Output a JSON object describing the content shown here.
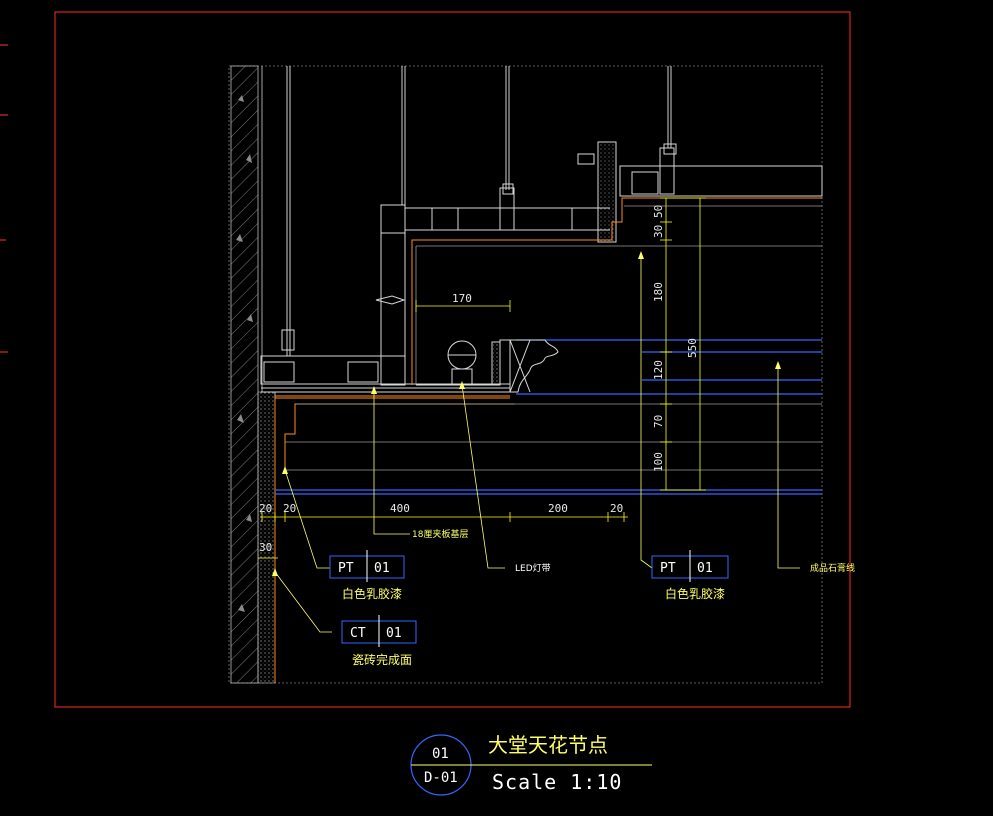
{
  "drawing": {
    "title": "大堂天花节点",
    "scale": "Scale 1:10",
    "detail_number": "01",
    "sheet_number": "D-01"
  },
  "dimensions": {
    "top_width": "170",
    "bottom": [
      "20",
      "20",
      "400",
      "200",
      "20"
    ],
    "side": "30",
    "vertical": [
      "50",
      "30",
      "180",
      "120",
      "70",
      "100"
    ],
    "overall": "550"
  },
  "tags": [
    {
      "code": "PT",
      "num": "01",
      "desc": "白色乳胶漆"
    },
    {
      "code": "CT",
      "num": "01",
      "desc": "瓷砖完成面"
    },
    {
      "code": "PT",
      "num": "01",
      "desc": "白色乳胶漆"
    }
  ],
  "notes": {
    "board": "18厘夹板基层",
    "led": "LED灯带",
    "molding": "成品石膏线"
  },
  "colors": {
    "frame": "#ff2a2a",
    "dimension": "#ffff00",
    "line": "#cccccc",
    "accent_blue": "#3366ff",
    "orange": "#ff8c1a"
  }
}
